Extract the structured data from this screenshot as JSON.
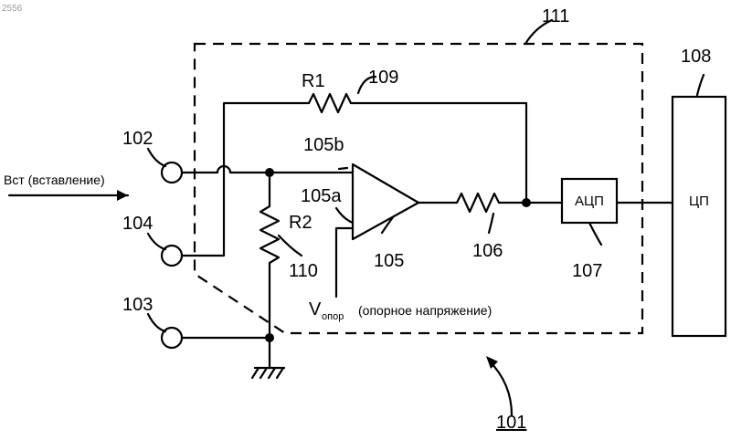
{
  "input_label": "Вст (вставление)",
  "vref": {
    "main": "V",
    "sub": "опор",
    "note": "(опорное напряжение)"
  },
  "labels": {
    "n101": "101",
    "n102": "102",
    "n103": "103",
    "n104": "104",
    "n105": "105",
    "n105a": "105a",
    "n105b": "105b",
    "n106": "106",
    "n107": "107",
    "n108": "108",
    "n109": "109",
    "n110": "110",
    "n111": "111",
    "r1": "R1",
    "r2": "R2"
  },
  "blocks": {
    "adc": "АЦП",
    "cpu": "ЦП"
  },
  "corner_mark": "2556"
}
